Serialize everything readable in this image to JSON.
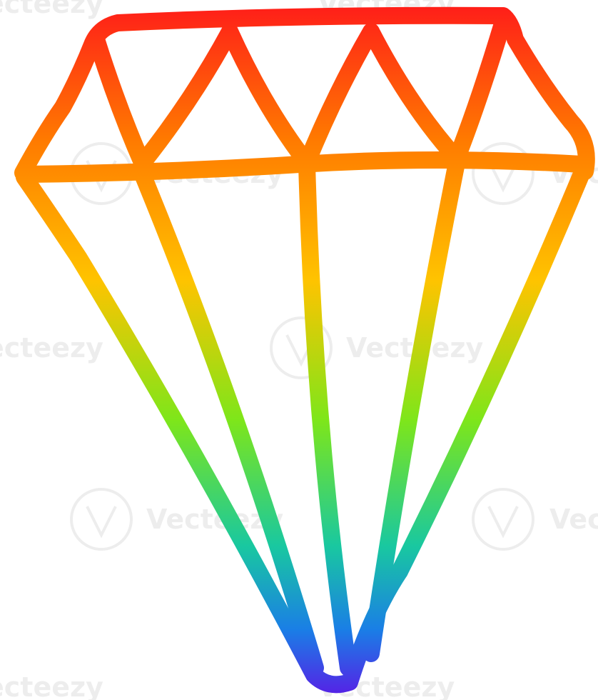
{
  "artwork": {
    "subject": "diamond",
    "style": "hand-drawn cartoon outline",
    "icon": "diamond-icon",
    "colors": {
      "background": "#ffffff",
      "gradient_top": "#ff1a1a",
      "gradient_upper": "#ff7a00",
      "gradient_mid": "#ffc300",
      "gradient_middle": "#7ee61a",
      "gradient_lower": "#19c8a0",
      "gradient_low": "#1a7ee6",
      "gradient_bottom": "#5a1ae6"
    }
  },
  "watermark": {
    "brand": "Vecteezy",
    "fragment": "ecteezy",
    "icon": "vecteezy-logo-icon"
  }
}
